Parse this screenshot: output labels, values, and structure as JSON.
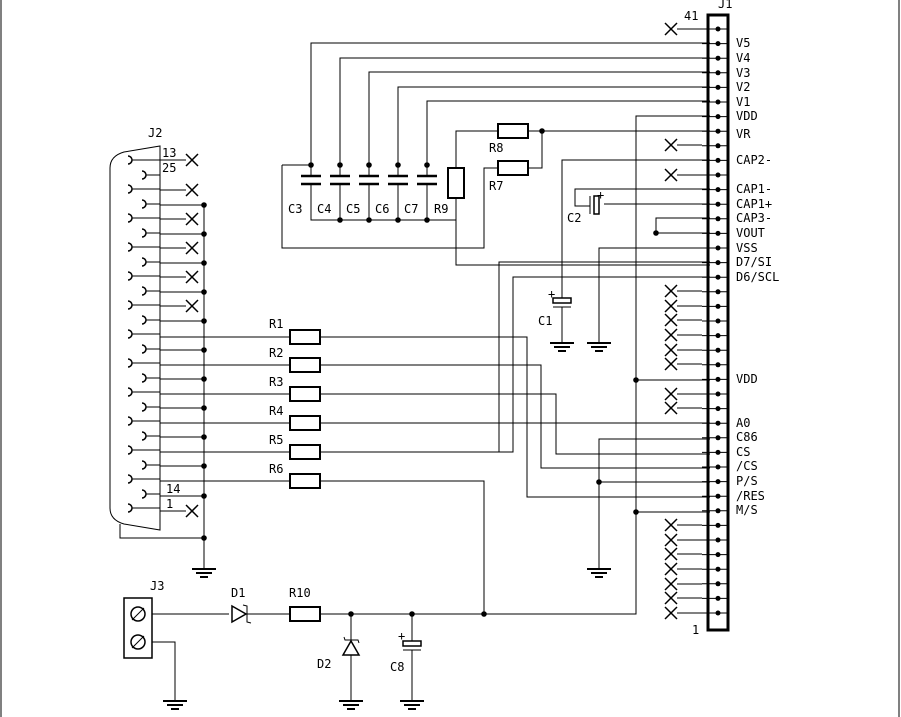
{
  "connectors": {
    "j1": {
      "name": "J1",
      "pin_top": "41",
      "pin_bottom": "1",
      "labels": [
        "V5",
        "V4",
        "V3",
        "V2",
        "V1",
        "VDD",
        "VR",
        "CAP2-",
        "CAP1-",
        "CAP1+",
        "CAP3-",
        "VOUT",
        "VSS",
        "D7/SI",
        "D6/SCL",
        "VDD",
        "A0",
        "C86",
        "CS",
        "/CS",
        "P/S",
        "/RES",
        "M/S"
      ]
    },
    "j2": {
      "name": "J2",
      "pin_13": "13",
      "pin_25": "25",
      "pin_14": "14",
      "pin_1": "1"
    },
    "j3": {
      "name": "J3"
    }
  },
  "capacitors": [
    "C3",
    "C4",
    "C5",
    "C6",
    "C7",
    "C1",
    "C2",
    "C8"
  ],
  "resistors": [
    "R1",
    "R2",
    "R3",
    "R4",
    "R5",
    "R6",
    "R7",
    "R8",
    "R9",
    "R10"
  ],
  "diodes": [
    "D1",
    "D2"
  ]
}
